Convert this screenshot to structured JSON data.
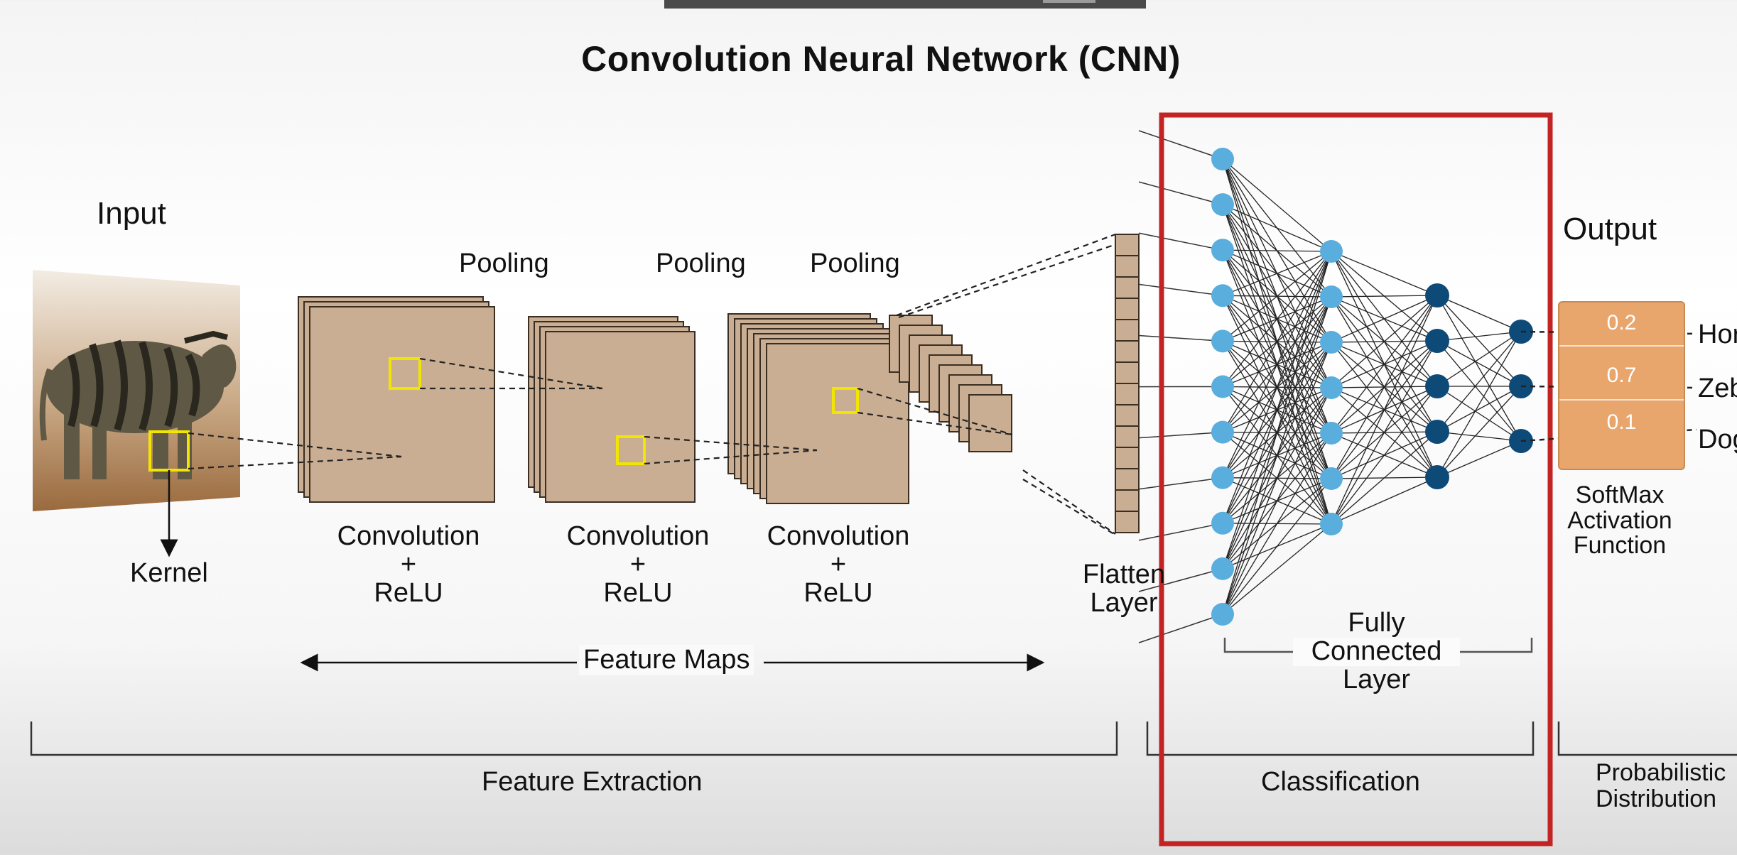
{
  "title": "Convolution  Neural  Network (CNN)",
  "labels": {
    "input": "Input",
    "kernel": "Kernel",
    "pooling": [
      "Pooling",
      "Pooling",
      "Pooling"
    ],
    "conv_line1": "Convolution",
    "conv_line2": "+",
    "conv_line3": "ReLU",
    "flatten_line1": "Flatten",
    "flatten_line2": "Layer",
    "fc_line1": "Fully",
    "fc_line2": "Connected",
    "fc_line3": "Layer",
    "feature_maps": "Feature  Maps",
    "output": "Output",
    "softmax_line1": "SoftMax",
    "softmax_line2": "Activation",
    "softmax_line3": "Function",
    "feature_extraction": "Feature Extraction",
    "classification": "Classification",
    "prob_line1": "Probabilistic",
    "prob_line2": "Distribution"
  },
  "output_probabilities": [
    {
      "value": "0.2",
      "class": "Horse"
    },
    {
      "value": "0.7",
      "class": "Zebra"
    },
    {
      "value": "0.1",
      "class": "Dog"
    }
  ],
  "network": {
    "layer_sizes": [
      11,
      7,
      5,
      3
    ],
    "light_node_color": "#5aaede",
    "dark_node_color": "#0e4a78"
  },
  "colors": {
    "highlight_box": "#c42323",
    "feature_map": "#c9ae93",
    "kernel": "#f2e600",
    "softmax_box": "#e9a66c"
  }
}
